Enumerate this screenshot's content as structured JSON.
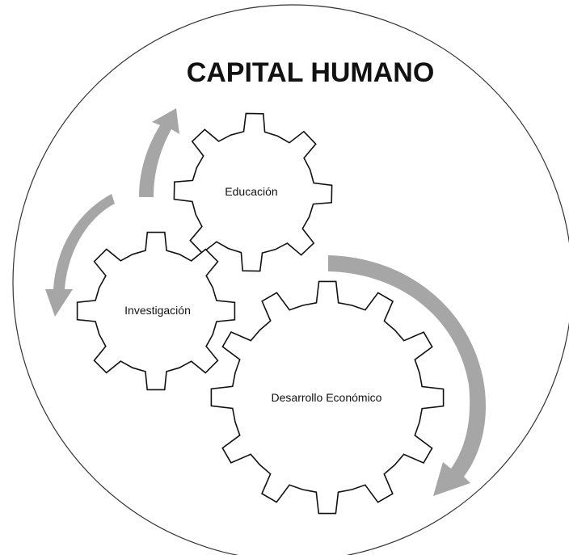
{
  "title": "CAPITAL HUMANO",
  "gears": {
    "educacion": {
      "label": "Educación"
    },
    "investigacion": {
      "label": "Investigación"
    },
    "desarrollo": {
      "label": "Desarrollo Económico"
    }
  },
  "colors": {
    "arrow": "#a6a6a6",
    "outline": "#111111",
    "background": "#ffffff"
  }
}
